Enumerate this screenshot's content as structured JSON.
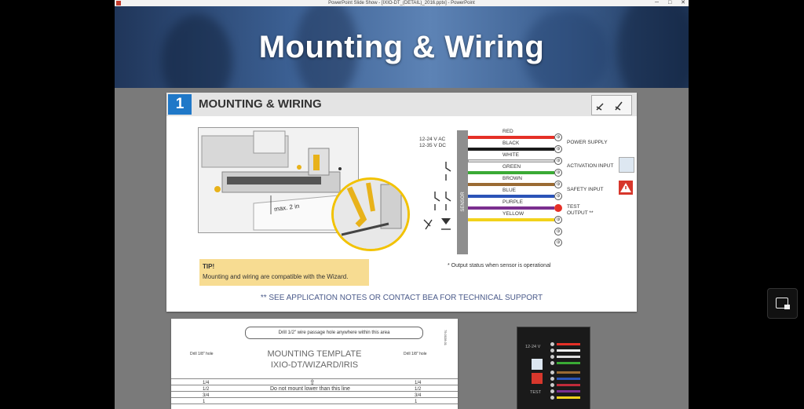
{
  "window": {
    "title": "PowerPoint Slide Show - [IXIO-DT_(DETAIL)_2016.pptx] - PowerPoint",
    "controls": [
      "─",
      "□",
      "✕"
    ]
  },
  "slide": {
    "title": "Mounting & Wiring",
    "card": {
      "number": "1",
      "heading": "MOUNTING & WIRING",
      "max_label": "max. 2 in",
      "voltage": [
        "12-24 V AC",
        "12-35 V DC"
      ],
      "sensor_label": "SENSOR",
      "wires": [
        {
          "name": "RED",
          "color": "#e53027"
        },
        {
          "name": "BLACK",
          "color": "#1a1a1a"
        },
        {
          "name": "WHITE",
          "color": "#e8e8e8"
        },
        {
          "name": "GREEN",
          "color": "#3aaa35"
        },
        {
          "name": "BROWN",
          "color": "#9a6a33"
        },
        {
          "name": "BLUE",
          "color": "#2b54b8"
        },
        {
          "name": "PURPLE",
          "color": "#7b2f8f"
        },
        {
          "name": "YELLOW",
          "color": "#f2d21b"
        }
      ],
      "outputs": {
        "power": "POWER SUPPLY",
        "activation": "ACTIVATION INPUT",
        "safety": "SAFETY INPUT",
        "test": "TEST",
        "output": "OUTPUT **"
      },
      "tip_title": "TIP!",
      "tip_text": "Mounting and wiring are compatible with the Wizard.",
      "note": "* Output status when sensor is operational",
      "support": "** SEE APPLICATION NOTES OR CONTACT BEA FOR TECHNICAL SUPPORT"
    },
    "template": {
      "drill_top": "Drill 1/2\" wire passage hole anywhere within this area",
      "drill_left": "Drill 1/8\" hole",
      "drill_right": "Drill 1/8\" hole",
      "title_1": "MOUNTING TEMPLATE",
      "title_2": "IXIO-DT/WIZARD/IRIS",
      "fractions": [
        "1/4",
        "1/2",
        "3/4",
        "1"
      ],
      "no_mount": "Do not mount lower than this line",
      "side_code": "75.0028.01"
    },
    "side_panel": {
      "voltage": "12-24 V",
      "test": "TEST"
    }
  },
  "colors": {
    "accent_blue": "#1f78c8",
    "tip_yellow": "#f7dc92",
    "banner_blue": "#3b5f92"
  }
}
